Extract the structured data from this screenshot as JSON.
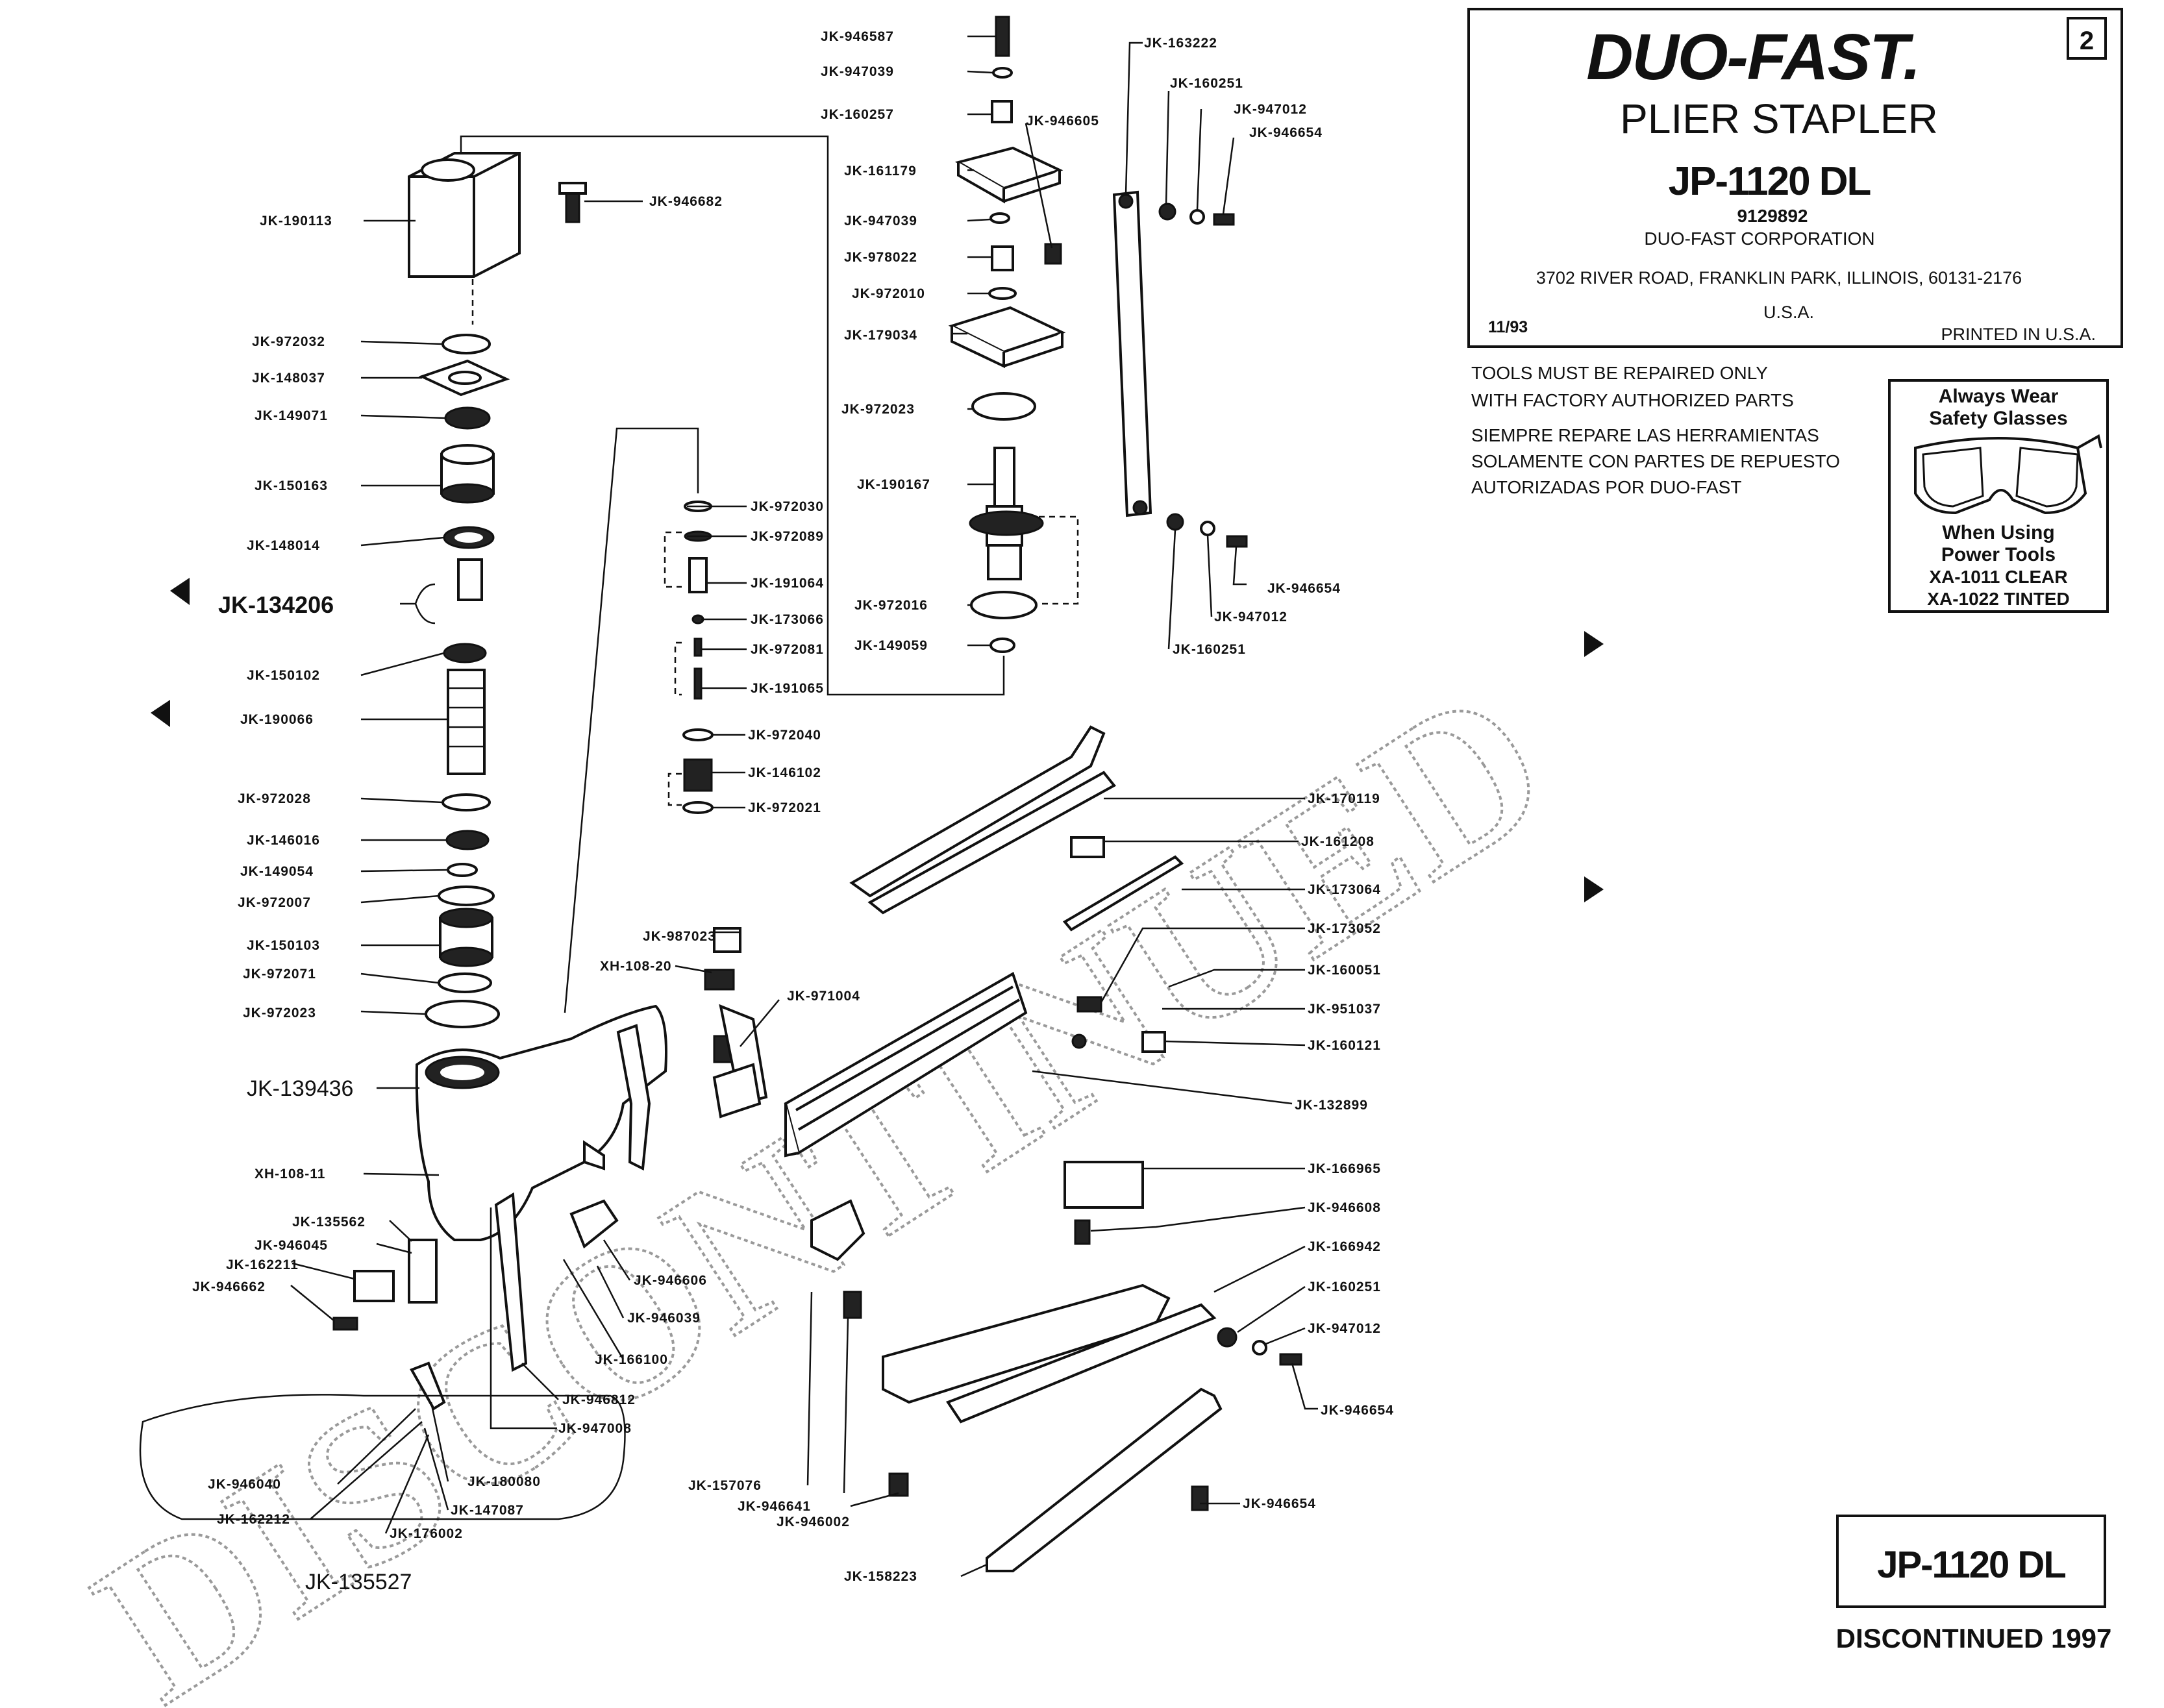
{
  "title_block": {
    "brand": "DUO-FAST.",
    "sheet_number": "2",
    "product": "PLIER STAPLER",
    "model": "JP-1120 DL",
    "part_number": "9129892",
    "company": "DUO-FAST CORPORATION",
    "address": "3702 RIVER ROAD, FRANKLIN PARK, ILLINOIS, 60131-2176",
    "country": "U.S.A.",
    "date": "11/93",
    "printed": "PRINTED IN U.S.A."
  },
  "notices": {
    "english_1": "TOOLS MUST BE REPAIRED ONLY",
    "english_2": "WITH FACTORY AUTHORIZED PARTS",
    "spanish_1": "SIEMPRE REPARE LAS HERRAMIENTAS",
    "spanish_2": "SOLAMENTE CON PARTES DE REPUESTO",
    "spanish_3": "AUTORIZADAS POR DUO-FAST"
  },
  "safety": {
    "line1": "Always Wear",
    "line2": "Safety Glasses",
    "line3": "When Using",
    "line4": "Power Tools",
    "line5": "XA-1011 CLEAR",
    "line6": "XA-1022 TINTED"
  },
  "footer": {
    "model_box": "JP-1120 DL",
    "discontinued": "DISCONTINUED 1997"
  },
  "watermark": "DISCONTINUED",
  "labels": {
    "l01": "JK-946587",
    "l02": "JK-947039",
    "l03": "JK-160257",
    "l04": "JK-946605",
    "l05": "JK-161179",
    "l06": "JK-947039",
    "l07": "JK-978022",
    "l08": "JK-972010",
    "l09": "JK-179034",
    "l10": "JK-972023",
    "l11": "JK-190167",
    "l12": "JK-972016",
    "l13": "JK-149059",
    "l14": "JK-163222",
    "l15": "JK-160251",
    "l16": "JK-947012",
    "l17": "JK-946654",
    "l18": "JK-946654",
    "l19": "JK-947012",
    "l20": "JK-160251",
    "l21": "JK-190113",
    "l22": "JK-946682",
    "l23": "JK-972032",
    "l24": "JK-148037",
    "l25": "JK-149071",
    "l26": "JK-150163",
    "l27": "JK-148014",
    "l28": "JK-134206",
    "l29": "JK-150102",
    "l30": "JK-190066",
    "l31": "JK-972028",
    "l32": "JK-146016",
    "l33": "JK-149054",
    "l34": "JK-972007",
    "l35": "JK-150103",
    "l36": "JK-972071",
    "l37": "JK-972023",
    "l38": "JK-139436",
    "l39": "XH-108-11",
    "l40": "JK-135562",
    "l41": "JK-946045",
    "l42": "JK-162211",
    "l43": "JK-946662",
    "l44": "JK-972030",
    "l45": "JK-972089",
    "l46": "JK-191064",
    "l47": "JK-173066",
    "l48": "JK-972081",
    "l49": "JK-191065",
    "l50": "JK-972040",
    "l51": "JK-146102",
    "l52": "JK-972021",
    "l53": "JK-987023",
    "l54": "XH-108-20",
    "l55": "JK-971004",
    "l56": "JK-170119",
    "l57": "JK-161208",
    "l58": "JK-173064",
    "l59": "JK-173052",
    "l60": "JK-160051",
    "l61": "JK-951037",
    "l62": "JK-160121",
    "l63": "JK-132899",
    "l64": "JK-166965",
    "l65": "JK-946608",
    "l66": "JK-166942",
    "l67": "JK-160251",
    "l68": "JK-947012",
    "l69": "JK-946654",
    "l70": "JK-946654",
    "l71": "JK-946606",
    "l72": "JK-946039",
    "l73": "JK-166100",
    "l74": "JK-946812",
    "l75": "JK-947008",
    "l76": "JK-157076",
    "l77": "JK-946641",
    "l78": "JK-946002",
    "l79": "JK-158223",
    "l80": "JK-946040",
    "l81": "JK-180080",
    "l82": "JK-162212",
    "l83": "JK-147087",
    "l84": "JK-176002",
    "l85": "JK-135527"
  }
}
